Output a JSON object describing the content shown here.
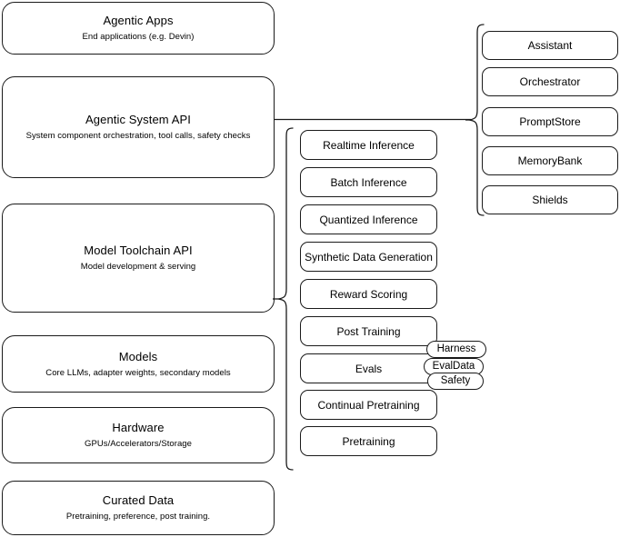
{
  "diagram": {
    "title": "Agentic stack layered architecture",
    "stroke_color": "#1a1a1a",
    "background_color": "#ffffff",
    "text_color": "#000000"
  },
  "stack_layers": [
    {
      "name": "agentic-apps",
      "title": "Agentic Apps",
      "subtitle": "End applications (e.g. Devin)"
    },
    {
      "name": "agentic-system-api",
      "title": "Agentic System API",
      "subtitle": "System component orchestration, tool calls, safety checks"
    },
    {
      "name": "model-toolchain-api",
      "title": "Model Toolchain API",
      "subtitle": "Model development & serving"
    },
    {
      "name": "models",
      "title": "Models",
      "subtitle": "Core LLMs, adapter weights, secondary models"
    },
    {
      "name": "hardware",
      "title": "Hardware",
      "subtitle": "GPUs/Accelerators/Storage"
    },
    {
      "name": "curated-data",
      "title": "Curated Data",
      "subtitle": "Pretraining, preference, post training."
    }
  ],
  "toolchain_components": [
    {
      "name": "realtime-inference",
      "label": "Realtime Inference"
    },
    {
      "name": "batch-inference",
      "label": "Batch Inference"
    },
    {
      "name": "quantized-inference",
      "label": "Quantized Inference"
    },
    {
      "name": "synthetic-data-generation",
      "label": "Synthetic Data Generation"
    },
    {
      "name": "reward-scoring",
      "label": "Reward Scoring"
    },
    {
      "name": "post-training",
      "label": "Post Training"
    },
    {
      "name": "evals",
      "label": "Evals"
    },
    {
      "name": "continual-pretraining",
      "label": "Continual Pretraining"
    },
    {
      "name": "pretraining",
      "label": "Pretraining"
    }
  ],
  "evals_tags": [
    {
      "name": "harness",
      "label": "Harness"
    },
    {
      "name": "evaldata",
      "label": "EvalData"
    },
    {
      "name": "safety",
      "label": "Safety"
    }
  ],
  "system_components": [
    {
      "name": "assistant",
      "label": "Assistant"
    },
    {
      "name": "orchestrator",
      "label": "Orchestrator"
    },
    {
      "name": "promptstore",
      "label": "PromptStore"
    },
    {
      "name": "memorybank",
      "label": "MemoryBank"
    },
    {
      "name": "shields",
      "label": "Shields"
    }
  ]
}
